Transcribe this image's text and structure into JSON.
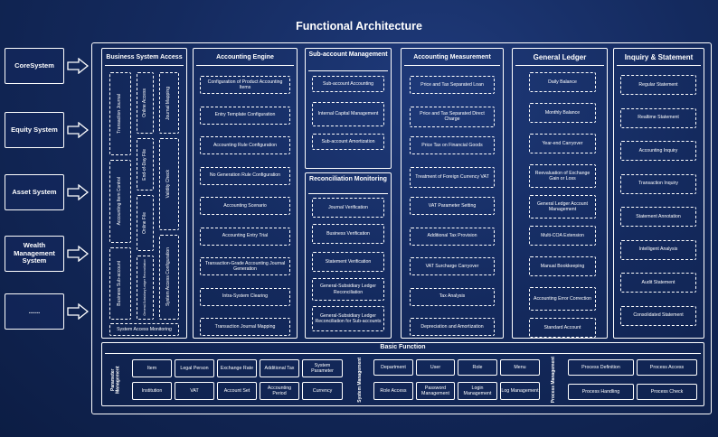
{
  "title": "Functional Architecture",
  "sources": [
    "CoreSystem",
    "Equity System",
    "Asset System",
    "Wealth Management System",
    "......"
  ],
  "bsa": {
    "title": "Business System Access",
    "tall": [
      "Transaction Journal",
      "Accounting Item Control",
      "Business Sub-account"
    ],
    "mid": [
      "Online Access",
      "End-of-Day File",
      "Online File",
      "General-Subsidiary Ledger Reconciliation"
    ],
    "right": [
      "Journal Mapping",
      "Validity Check",
      "System Access Configuration"
    ],
    "bottom": "System Access Monitoring"
  },
  "engine": {
    "title": "Accounting Engine",
    "items": [
      "Configuration of Product Accounting Items",
      "Entry Template Configuration",
      "Accounting Rule Configuration",
      "No Generation Rule Configuration",
      "Accounting Scenario",
      "Accounting Entry Trial",
      "Transaction-Grade Accounting Journal Generation",
      "Intra-System Clearing",
      "Transaction Journal Mapping"
    ]
  },
  "sub": {
    "title": "Sub-account Management",
    "items": [
      "Sub-account Accounting",
      "Internal Capital Management",
      "Sub-account Amortization"
    ]
  },
  "recon": {
    "title": "Reconciliation Monitoring",
    "items": [
      "Journal Verification",
      "Business Verification",
      "Statement Verification",
      "General-Subsidiary Ledger Reconciliation",
      "General-Subsidiary Ledger Reconciliation for Sub-accounts"
    ]
  },
  "meas": {
    "title": "Accounting Measurement",
    "items": [
      "Price and Tax Separated Loan",
      "Price and Tax Separated Direct Charge",
      "Price Tax on Financial Goods",
      "Treatment of Foreign Currency VAT",
      "VAT Parameter Setting",
      "Additional Tax Provision",
      "VAT Surcharge Carryover",
      "Tax Analysis",
      "Depreciation and Amortization"
    ]
  },
  "gl": {
    "title": "General Ledger",
    "items": [
      "Daily Balance",
      "Monthly Balance",
      "Year-end Carryover",
      "Reevaluation of Exchange Gain or Loss",
      "General Ledger Account Management",
      "Multi-COA Extension",
      "Manual Bookkeeping",
      "Accounting Error Correction",
      "Standard Account"
    ]
  },
  "inq": {
    "title": "Inquiry & Statement",
    "items": [
      "Regular Statement",
      "Realtime Statement",
      "Accounting Inquiry",
      "Transaction Inquiry",
      "Statement Annotation",
      "Intelligent Analysis",
      "Audit Statement",
      "Consolidated Statement"
    ]
  },
  "basic": {
    "title": "Basic Function",
    "param_label": "Parameter Management",
    "param_row1": [
      "Item",
      "Legal Person",
      "Exchange Rate",
      "Additional Tax",
      "System Parameter"
    ],
    "param_row2": [
      "Institution",
      "VAT",
      "Account Set",
      "Accounting Period",
      "Currency"
    ],
    "sys_label": "System Management",
    "sys_row1": [
      "Department",
      "User",
      "Role",
      "Menu"
    ],
    "sys_row2": [
      "Role Access",
      "Password Management",
      "Login Management",
      "Log Management"
    ],
    "proc_label": "Process Management",
    "proc_row1": [
      "Process Definition",
      "Process Access"
    ],
    "proc_row2": [
      "Process Handling",
      "Process Check"
    ]
  }
}
